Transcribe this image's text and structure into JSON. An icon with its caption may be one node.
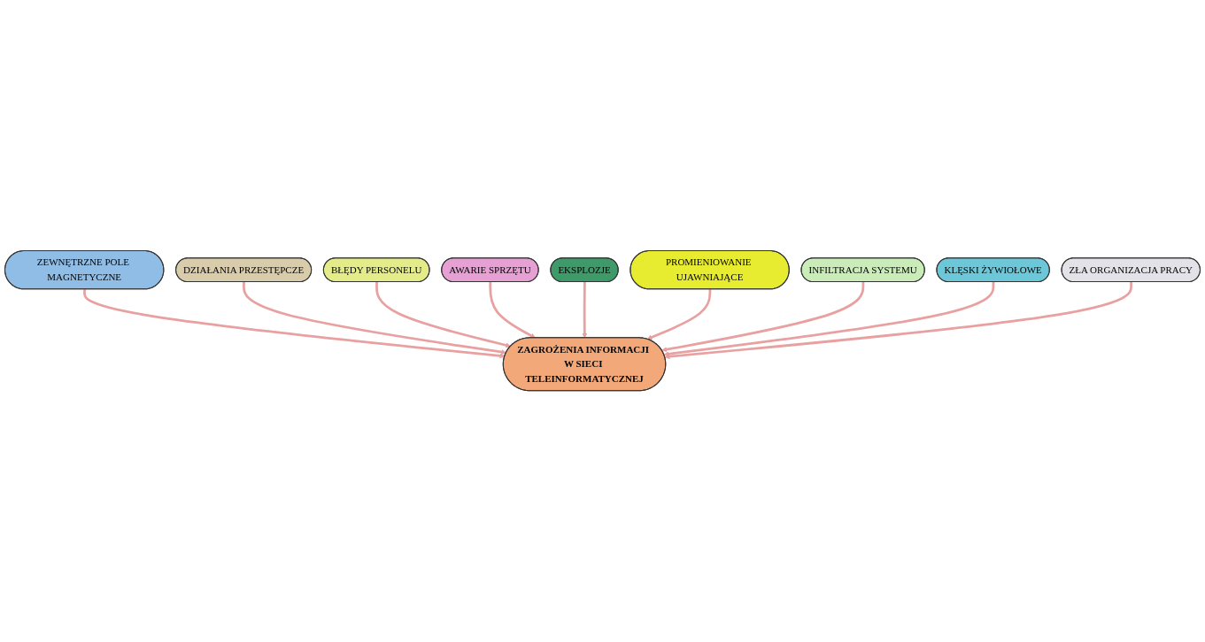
{
  "diagram": {
    "nodes": [
      {
        "text": [
          "ZEWNĘTRZNE POLE MAGNETYCZNE"
        ]
      },
      {
        "text": [
          "DZIAŁANIA PRZESTĘPCZE"
        ]
      },
      {
        "text": [
          "BŁĘDY PERSONELU"
        ]
      },
      {
        "text": [
          "AWARIE SPRZĘTU"
        ]
      },
      {
        "text": [
          "ZAGROŻENIA INFORMACJI W SIECI TELEINFORMATYCZNEJ"
        ]
      },
      {
        "text": [
          "EKSPLOZJE"
        ]
      },
      {
        "text": [
          "PROMIENIOWANIE UJAWNIAJĄCE"
        ]
      },
      {
        "text": [
          "INFILTRACJA SYSTEMU"
        ]
      },
      {
        "text": [
          "KLĘSKI ŻYWIOŁOWE"
        ]
      },
      {
        "text": [
          "ZŁA ORGANIZACJA PRACY"
        ]
      }
    ],
    "edges": [
      {
        "from": 0,
        "to": 4,
        "arrow": "to"
      },
      {
        "from": 1,
        "to": 4,
        "arrow": "to"
      },
      {
        "from": 2,
        "to": 4,
        "arrow": "to"
      },
      {
        "from": 3,
        "to": 4,
        "arrow": "to"
      },
      {
        "from": 5,
        "to": 4,
        "arrow": "to"
      },
      {
        "from": 6,
        "to": 4,
        "arrow": "to"
      },
      {
        "from": 7,
        "to": 4,
        "arrow": "to"
      },
      {
        "from": 8,
        "to": 4,
        "arrow": "to"
      },
      {
        "from": 9,
        "to": 4,
        "arrow": "to"
      }
    ]
  }
}
